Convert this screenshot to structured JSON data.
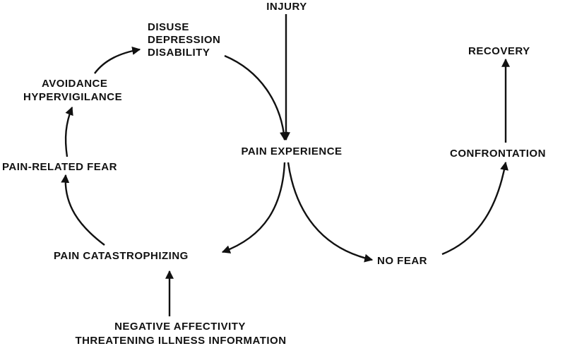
{
  "nodes": {
    "injury": "INJURY",
    "disuse": "DISUSE",
    "depression": "DEPRESSION",
    "disability": "DISABILITY",
    "avoidance": "AVOIDANCE",
    "hypervigilance": "HYPERVIGILANCE",
    "pain_related_fear": "PAIN-RELATED FEAR",
    "pain_experience": "PAIN EXPERIENCE",
    "pain_catastrophizing": "PAIN CATASTROPHIZING",
    "negative_affectivity": "NEGATIVE AFFECTIVITY",
    "threatening_illness_information": "THREATENING ILLNESS INFORMATION",
    "no_fear": "NO FEAR",
    "confrontation": "CONFRONTATION",
    "recovery": "RECOVERY"
  },
  "edges": [
    {
      "from": "INJURY",
      "to": "PAIN EXPERIENCE"
    },
    {
      "from": "DISABILITY",
      "to": "PAIN EXPERIENCE"
    },
    {
      "from": "PAIN EXPERIENCE",
      "to": "PAIN CATASTROPHIZING"
    },
    {
      "from": "PAIN EXPERIENCE",
      "to": "NO FEAR"
    },
    {
      "from": "NEGATIVE AFFECTIVITY",
      "to": "PAIN CATASTROPHIZING"
    },
    {
      "from": "PAIN CATASTROPHIZING",
      "to": "PAIN-RELATED FEAR"
    },
    {
      "from": "PAIN-RELATED FEAR",
      "to": "HYPERVIGILANCE"
    },
    {
      "from": "AVOIDANCE",
      "to": "DISUSE"
    },
    {
      "from": "NO FEAR",
      "to": "CONFRONTATION"
    },
    {
      "from": "CONFRONTATION",
      "to": "RECOVERY"
    }
  ],
  "colors": {
    "ink": "#111111",
    "background": "#ffffff"
  }
}
